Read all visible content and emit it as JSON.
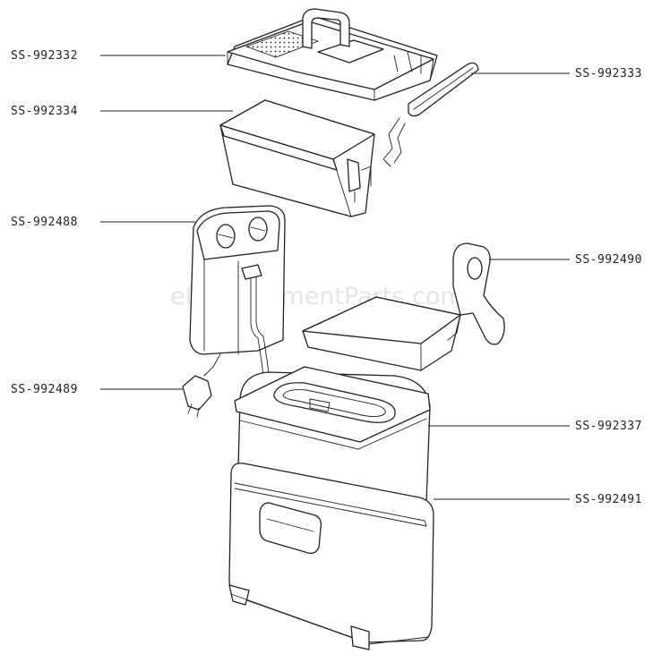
{
  "watermark": "eReplacementParts.com",
  "callouts": [
    {
      "id": "lid",
      "part_number": "SS-992332"
    },
    {
      "id": "lid-handle",
      "part_number": "SS-992333"
    },
    {
      "id": "basket",
      "part_number": "SS-992334"
    },
    {
      "id": "control-box",
      "part_number": "SS-992488"
    },
    {
      "id": "filter-holder",
      "part_number": "SS-992490"
    },
    {
      "id": "power-cord",
      "part_number": "SS-992489"
    },
    {
      "id": "oil-tank",
      "part_number": "SS-992337"
    },
    {
      "id": "housing",
      "part_number": "SS-992491"
    }
  ]
}
